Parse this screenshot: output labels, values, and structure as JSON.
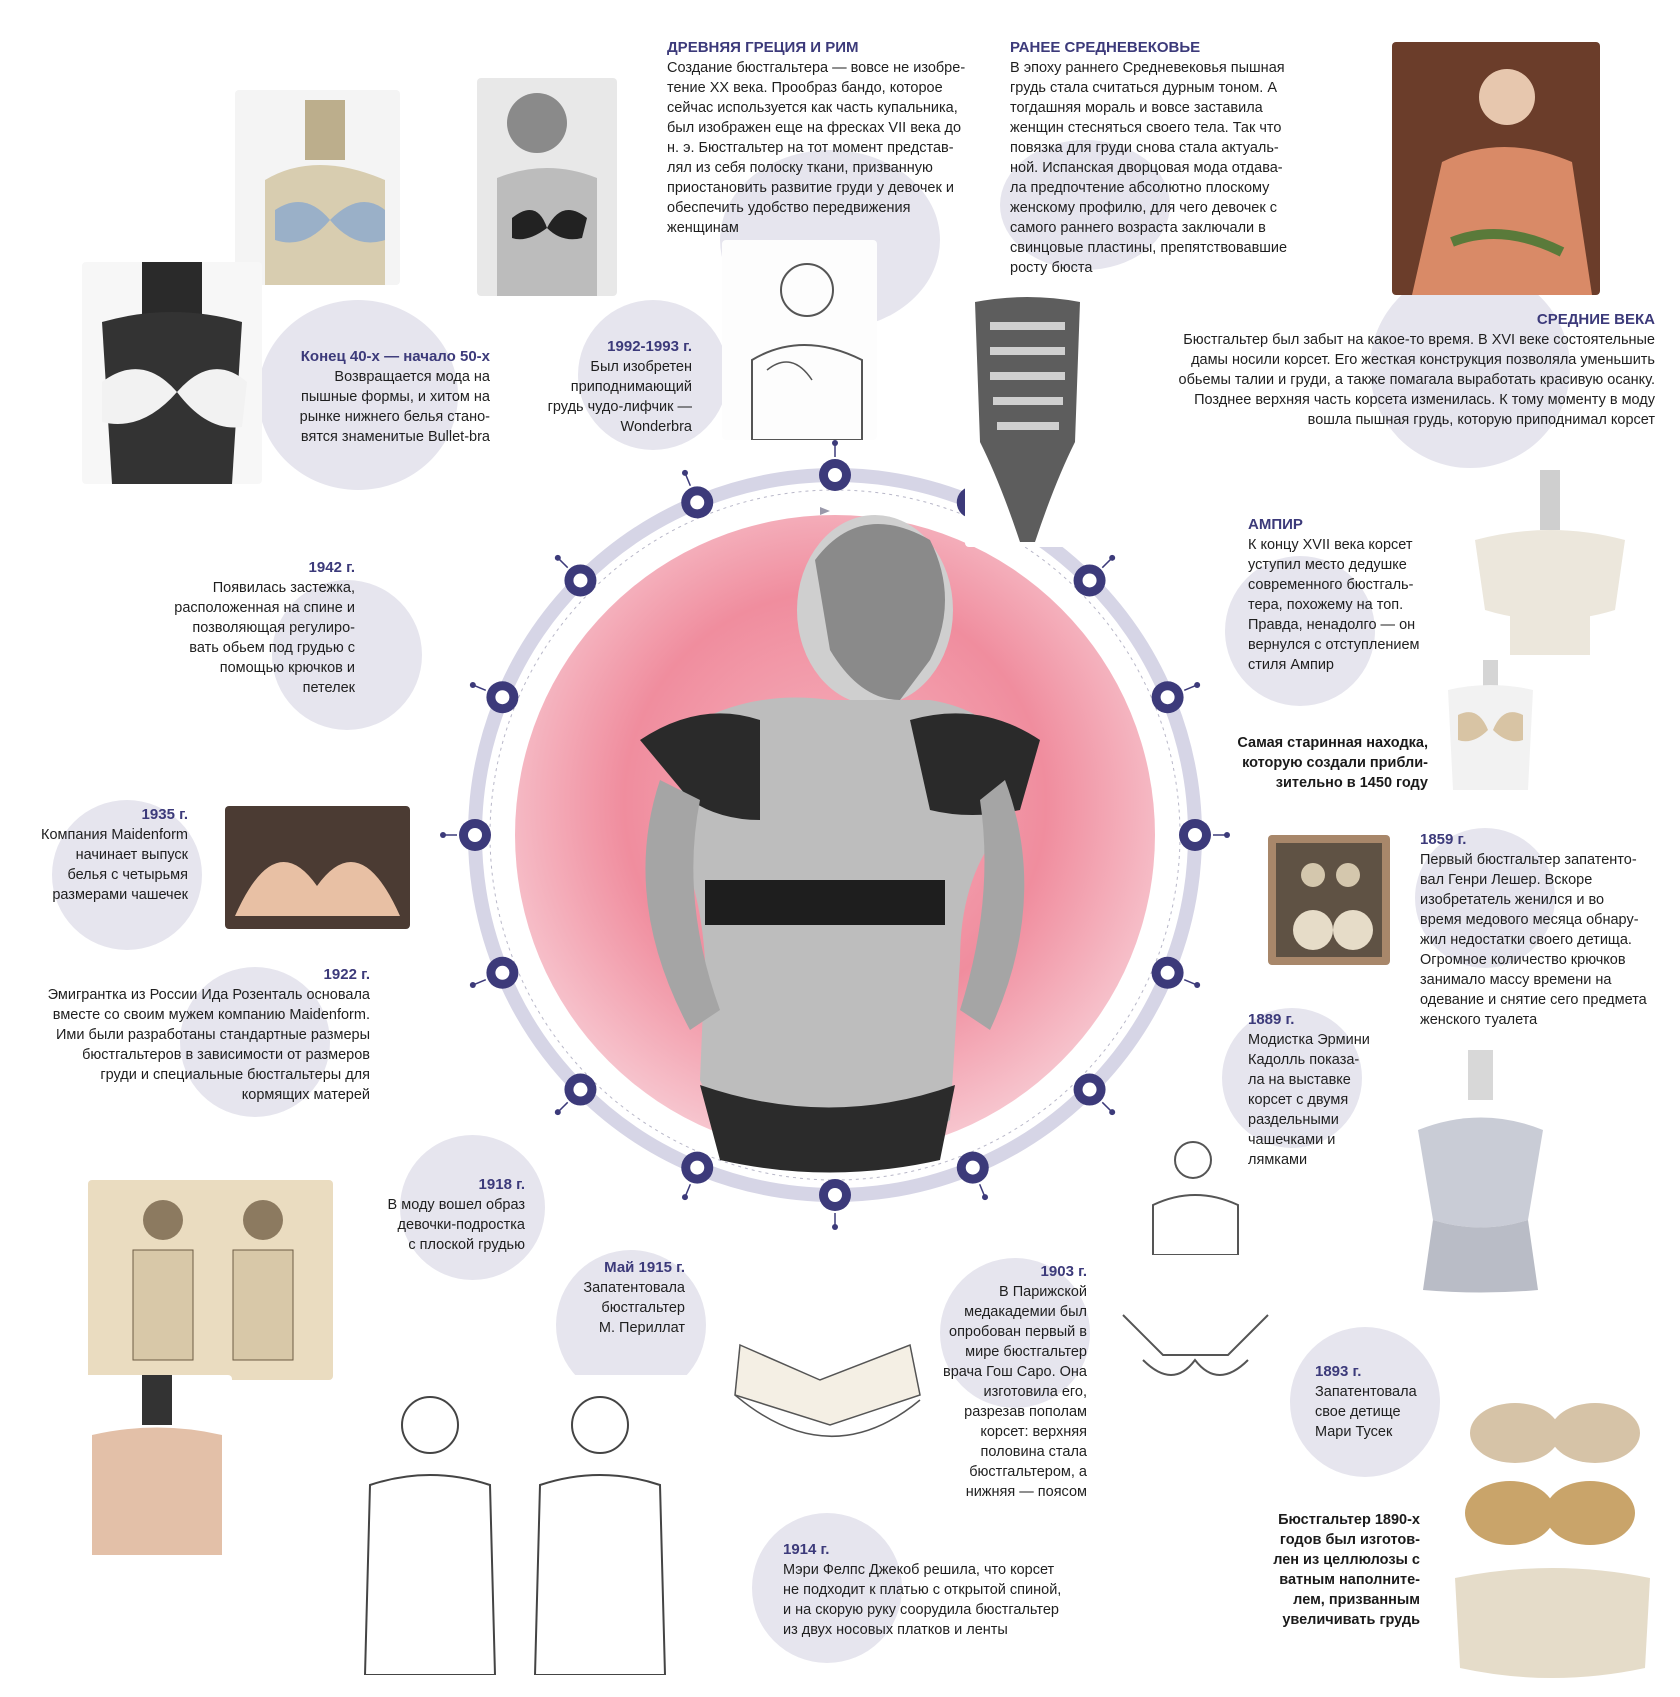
{
  "center_image_alt": "woman-in-lace-lingerie",
  "colors": {
    "accent": "#3c3a7a",
    "ring": "#d6d5e6",
    "bubble": "#e6e5ee",
    "pink": "#f19aa8"
  },
  "entries": {
    "greece": {
      "title": "ДРЕВНЯЯ ГРЕЦИЯ И РИМ",
      "lines": [
        "Создание бюстгальтера — вовсе не изобре-",
        "тение XX века. Прообраз бандо, которое",
        "сейчас используется как часть купальника,",
        "был изображен еще на фресках VII века до",
        "н. э. Бюстгальтер на тот момент представ-",
        "лял из себя полоску ткани, призванную",
        "приостановить развитие груди у девочек и",
        "обеспечить удобство передвижения",
        "женщинам"
      ]
    },
    "early_middle_ages": {
      "title": "РАНЕЕ СРЕДНЕВЕКОВЬЕ",
      "lines": [
        "В эпоху раннего Средневековья пышная",
        "грудь стала считаться дурным тоном. А",
        "тогдашняя мораль и вовсе заставила",
        "женщин стесняться своего тела. Так что",
        "повязка для груди снова стала актуаль-",
        "ной. Испанская дворцовая мода отдава-",
        "ла предпочтение абсолютно плоскому",
        "женскому профилю, для чего девочек с",
        "самого раннего возраста заключали в",
        "свинцовые пластины, препятствовавшие",
        "росту бюста"
      ]
    },
    "middle_ages": {
      "title": "СРЕДНИЕ ВЕКА",
      "lines": [
        "Бюстгальтер был забыт на какое-то время. В XVI веке состоятельные",
        "дамы носили корсет. Его жесткая конструкция позволяла уменьшить",
        "обьемы талии и груди, а также помагала выработать красивую осанку.",
        "Позднее верхняя часть корсета изменилась. К тому моменту в моду",
        "вошла пышная грудь, которую приподнимал корсет"
      ]
    },
    "empire": {
      "title": "АМПИР",
      "lines": [
        "К концу XVII века корсет",
        "уступил место дедушке",
        "современного бюстгаль-",
        "тера, похожему на топ.",
        "Правда, ненадолго — он",
        "вернулся с отступлением",
        "стиля Ампир"
      ]
    },
    "oldest_find": {
      "lines": [
        "Самая старинная находка,",
        "которую создали прибли-",
        "зительно в 1450 году"
      ]
    },
    "y1859": {
      "title": "1859 г.",
      "lines": [
        "Первый бюстгальтер запатенто-",
        "вал Генри Лешер. Вскоре",
        "изобретатель женился и во",
        "время медового месяца обнару-",
        "жил недостатки своего детища.",
        "Огромное количество крючков",
        "занимало массу времени на",
        "одевание и снятие сего предмета",
        "женского туалета"
      ]
    },
    "y1889": {
      "title": "1889 г.",
      "lines": [
        "Модистка Эрмини",
        "Кадолль показа-",
        "ла на выставке",
        "корсет с двумя",
        "раздельными",
        "чашечками и",
        "лямками"
      ]
    },
    "y1893": {
      "title": "1893 г.",
      "lines": [
        "Запатентовала",
        "свое детище",
        "Мари Тусек"
      ]
    },
    "bra1890": {
      "lines": [
        "Бюстгальтер 1890-х",
        "годов был изготов-",
        "лен из целлюлозы с",
        "ватным наполните-",
        "лем, призванным",
        "увеличивать грудь"
      ]
    },
    "y1903": {
      "title": "1903 г.",
      "lines": [
        "В Парижской",
        "медакадемии был",
        "опробован первый в",
        "мире бюстгальтер",
        "врача Гош Саро. Она",
        "изготовила его,",
        "разрезав пополам",
        "корсет: верхняя",
        "половина стала",
        "бюстгальтером, а",
        "нижняя — поясом"
      ]
    },
    "y1914": {
      "title": "1914 г.",
      "lines": [
        "Мэри Фелпс Джекоб решила, что корсет",
        "не подходит к платью с открытой спиной,",
        "и на скорую руку соорудила бюстгальтер",
        "из двух носовых платков и ленты"
      ]
    },
    "y1915": {
      "title": "Май 1915 г.",
      "lines": [
        "Запатентовала",
        "бюстгальтер",
        "М. Периллат"
      ]
    },
    "y1918": {
      "title": "1918 г.",
      "lines": [
        "В моду вошел образ",
        "девочки-подростка",
        "с плоской грудью"
      ]
    },
    "y1922": {
      "title": "1922 г.",
      "lines": [
        "Эмигрантка из России Ида Розенталь основала",
        "вместе со своим мужем компанию Maidenform.",
        "Ими были разработаны стандартные размеры",
        "бюстгальтеров в зависимости от размеров",
        "груди и специальные бюстгальтеры для",
        "кормящих матерей"
      ]
    },
    "y1935": {
      "title": "1935 г.",
      "lines": [
        "Компания Maidenform",
        "начинает выпуск",
        "белья с четырьмя",
        "размерами чашечек"
      ]
    },
    "y1942": {
      "title": "1942 г.",
      "lines": [
        "Появилась застежка,",
        "расположенная на спине и",
        "позволяющая регулиро-",
        "вать обьем под грудью с",
        "помощью крючков и",
        "петелек"
      ]
    },
    "y1940s": {
      "title": "Конец 40-х — начало 50-х",
      "lines": [
        "Возвращается мода на",
        "пышные формы, и хитом на",
        "рынке нижнего белья стано-",
        "вятся знаменитые Bullet-bra"
      ]
    },
    "y1992": {
      "title": "1992-1993 г.",
      "lines": [
        "Был изобретен",
        "приподнимающий",
        "грудь чудо-лифчик —",
        "Wonderbra"
      ]
    }
  }
}
